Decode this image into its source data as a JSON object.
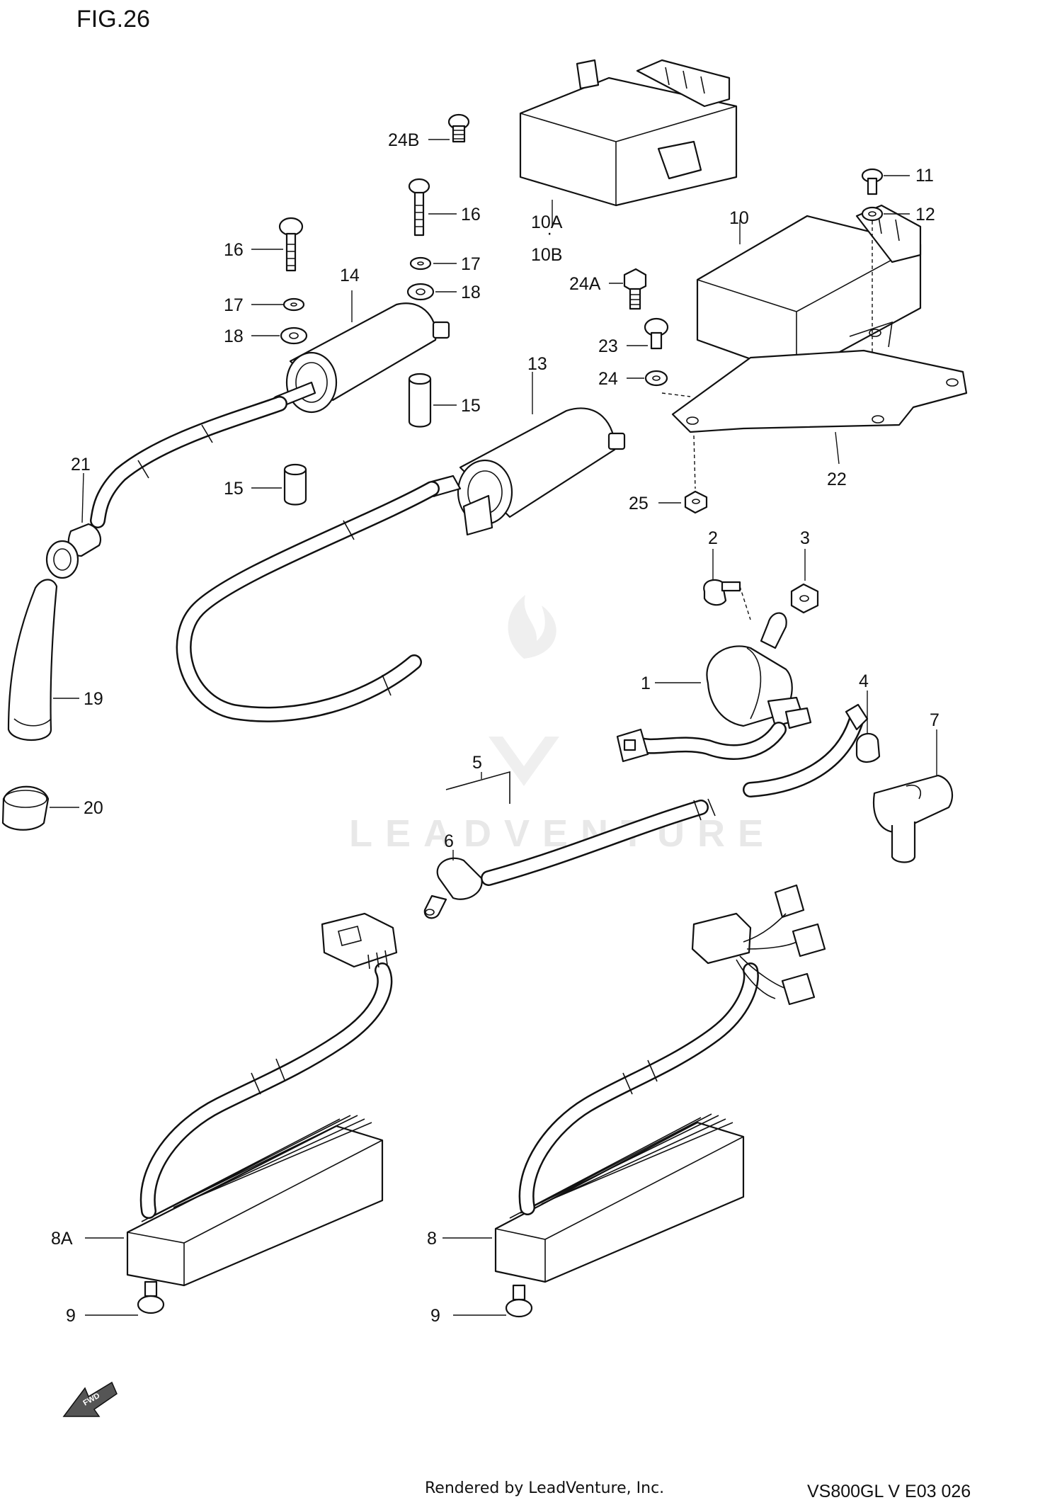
{
  "figure": {
    "title": "FIG.26"
  },
  "watermark": {
    "brand": "LEADVENTURE"
  },
  "footer": {
    "rendered_by": "Rendered by LeadVenture, Inc.",
    "code": "VS800GL V E03 026"
  },
  "direction": {
    "arrow_text": "FWD"
  },
  "callouts": {
    "c1": "1",
    "c2": "2",
    "c3": "3",
    "c4": "4",
    "c5": "5",
    "c6": "6",
    "c7": "7",
    "c8": "8",
    "c8a": "8A",
    "c9a": "9",
    "c9b": "9",
    "c10": "10",
    "c10a": "10A",
    "c10b": "10B",
    "c11": "11",
    "c12": "12",
    "c13": "13",
    "c14": "14",
    "c15a": "15",
    "c15b": "15",
    "c16a": "16",
    "c16b": "16",
    "c17a": "17",
    "c17b": "17",
    "c18a": "18",
    "c18b": "18",
    "c19": "19",
    "c20": "20",
    "c21": "21",
    "c22": "22",
    "c23": "23",
    "c24": "24",
    "c24a": "24A",
    "c24b": "24B",
    "c25": "25"
  },
  "colors": {
    "line": "#111111",
    "background": "#ffffff",
    "watermark": "#e6e6e6"
  }
}
